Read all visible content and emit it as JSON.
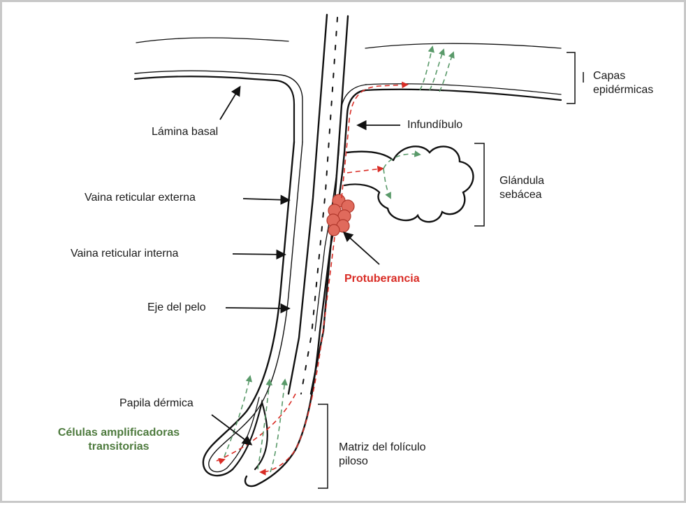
{
  "labels": {
    "lamina_basal": "Lámina basal",
    "vaina_externa": "Vaina reticular externa",
    "vaina_interna": "Vaina reticular interna",
    "eje_pelo": "Eje del pelo",
    "papila_dermica": "Papila dérmica",
    "celulas_amplificadoras": "Células amplificadoras transitorias",
    "infundibulo": "Infundíbulo",
    "capas_epidermicas": "Capas epidérmicas",
    "glandula_sebacea": "Glándula sebácea",
    "protuberancia": "Protuberancia",
    "matriz_foliculo": "Matriz del folículo piloso"
  },
  "colors": {
    "red_accent": "#d92c25",
    "green_accent": "#5a9a6a",
    "bulge_fill": "#e06a5c",
    "line": "#111111"
  }
}
